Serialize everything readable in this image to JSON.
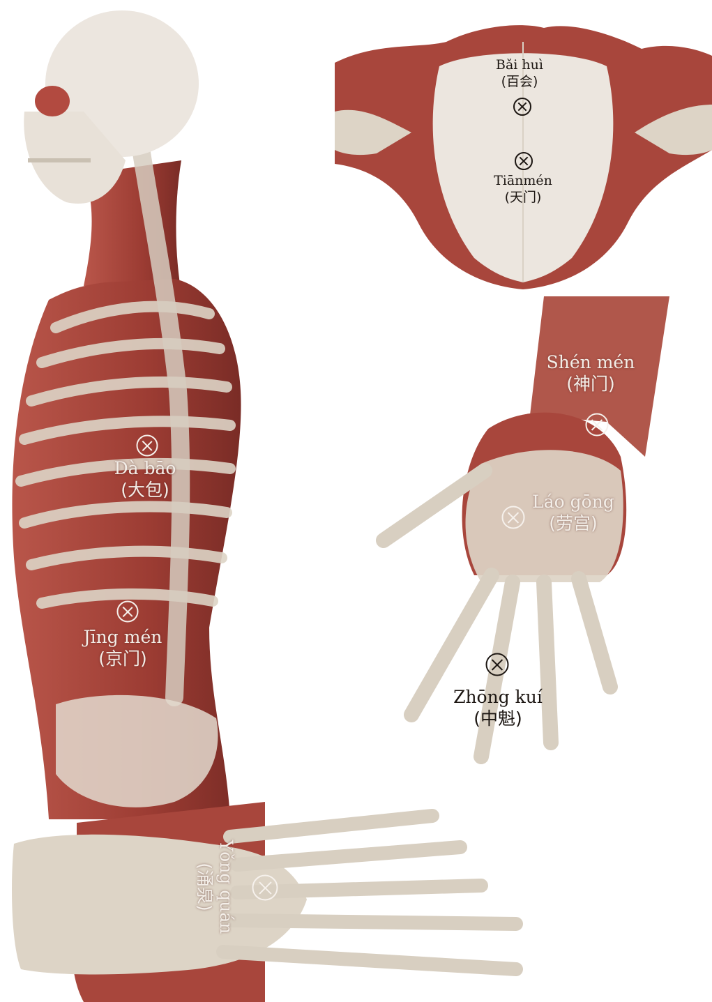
{
  "points": {
    "baihui": {
      "pinyin": "Bǎi huì",
      "hanzi": "(百会)"
    },
    "tianmen": {
      "pinyin": "Tiānmén",
      "hanzi": "(天门)"
    },
    "shenmen": {
      "pinyin": "Shén mén",
      "hanzi": "(神门)"
    },
    "dabao": {
      "pinyin": "Dà bāo",
      "hanzi": "(大包)"
    },
    "laogong": {
      "pinyin": "Láo gōng",
      "hanzi": "(劳宫)"
    },
    "jingmen": {
      "pinyin": "Jīng mén",
      "hanzi": "(京门)"
    },
    "zhongkui": {
      "pinyin": "Zhōng kuí",
      "hanzi": "(中魁)"
    },
    "yongquan": {
      "pinyin": "Yǒng quán",
      "hanzi": "(涌泉)"
    }
  },
  "colors": {
    "muscle": "#a8463c",
    "muscle_dark": "#7a2c26",
    "bone": "#ddd4c6",
    "bone_shadow": "#b3a898",
    "skull": "#ece6df",
    "label_light": "#f3eee8",
    "label_dark": "#1c1612"
  }
}
